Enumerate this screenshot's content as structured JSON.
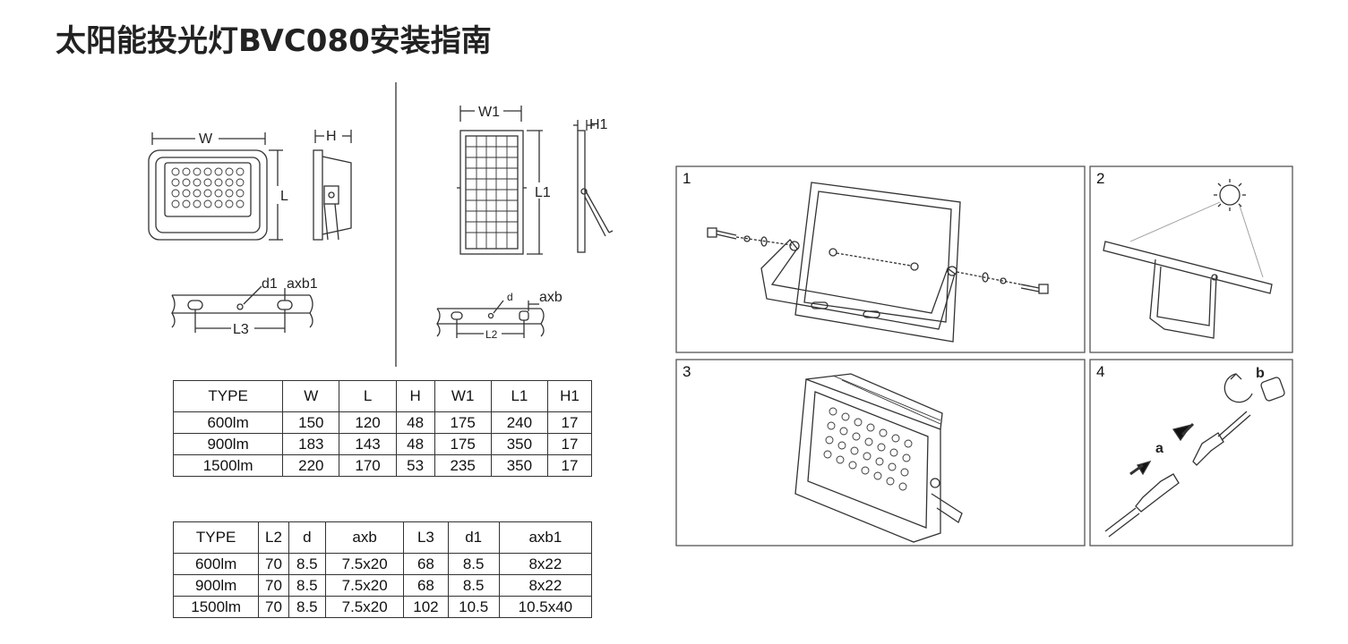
{
  "title": "太阳能投光灯BVC080安装指南",
  "drawing_labels": {
    "W": "W",
    "H": "H",
    "L": "L",
    "W1": "W1",
    "H1": "H1",
    "L1": "L1",
    "d1": "d1",
    "axb1": "axb1",
    "L3": "L3",
    "d": "d",
    "axb": "axb",
    "L2": "L2"
  },
  "table1": {
    "headers": [
      "TYPE",
      "W",
      "L",
      "H",
      "W1",
      "L1",
      "H1"
    ],
    "rows": [
      [
        "600lm",
        "150",
        "120",
        "48",
        "175",
        "240",
        "17"
      ],
      [
        "900lm",
        "183",
        "143",
        "48",
        "175",
        "350",
        "17"
      ],
      [
        "1500lm",
        "220",
        "170",
        "53",
        "235",
        "350",
        "17"
      ]
    ]
  },
  "table2": {
    "headers": [
      "TYPE",
      "L2",
      "d",
      "axb",
      "L3",
      "d1",
      "axb1"
    ],
    "rows": [
      [
        "600lm",
        "70",
        "8.5",
        "7.5x20",
        "68",
        "8.5",
        "8x22"
      ],
      [
        "900lm",
        "70",
        "8.5",
        "7.5x20",
        "68",
        "8.5",
        "8x22"
      ],
      [
        "1500lm",
        "70",
        "8.5",
        "7.5x20",
        "102",
        "10.5",
        "10.5x40"
      ]
    ]
  },
  "steps": {
    "s1": "1",
    "s2": "2",
    "s3": "3",
    "s4": "4",
    "connector_a": "a",
    "connector_b": "b"
  },
  "colors": {
    "line": "#333333",
    "panel_border": "#555555"
  }
}
